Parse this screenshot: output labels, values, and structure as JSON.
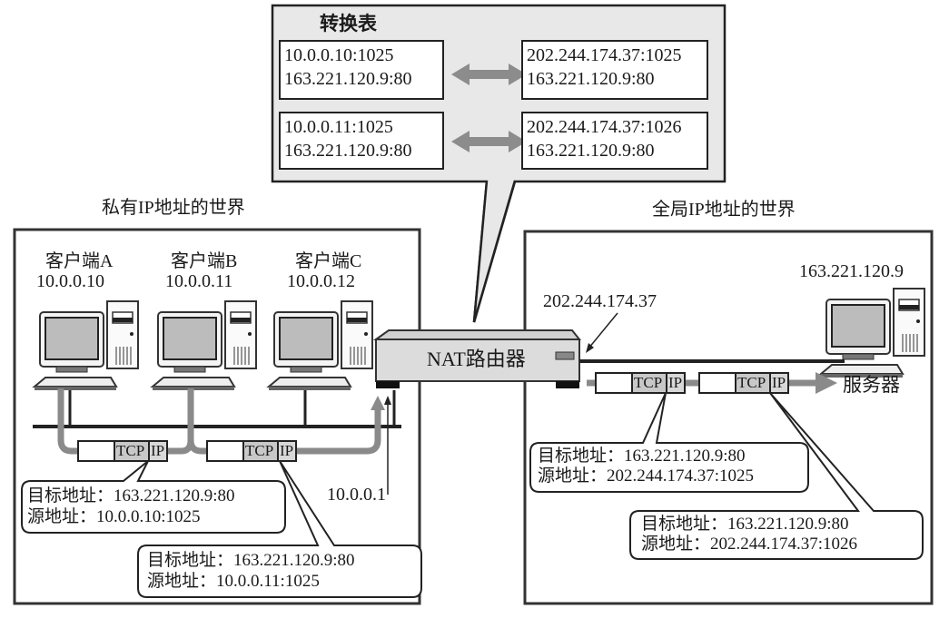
{
  "translation_table": {
    "title": "转换表",
    "rows": [
      {
        "private": [
          "10.0.0.10:1025",
          "163.221.120.9:80"
        ],
        "global": [
          "202.244.174.37:1025",
          "163.221.120.9:80"
        ]
      },
      {
        "private": [
          "10.0.0.11:1025",
          "163.221.120.9:80"
        ],
        "global": [
          "202.244.174.37:1026",
          "163.221.120.9:80"
        ]
      }
    ]
  },
  "private_world": {
    "title": "私有IP地址的世界",
    "clients": [
      {
        "name": "客户端A",
        "ip": "10.0.0.10"
      },
      {
        "name": "客户端B",
        "ip": "10.0.0.11"
      },
      {
        "name": "客户端C",
        "ip": "10.0.0.12"
      }
    ],
    "router_internal_ip": "10.0.0.1",
    "packets": [
      {
        "tcp": "TCP",
        "ip": "IP"
      },
      {
        "tcp": "TCP",
        "ip": "IP"
      }
    ],
    "callouts": [
      {
        "dest_label": "目标地址：",
        "dest": "163.221.120.9:80",
        "src_label": "源地址：",
        "src": "10.0.0.10:1025"
      },
      {
        "dest_label": "目标地址：",
        "dest": "163.221.120.9:80",
        "src_label": "源地址：",
        "src": "10.0.0.11:1025"
      }
    ]
  },
  "router": {
    "label": "NAT路由器"
  },
  "global_world": {
    "title": "全局IP地址的世界",
    "router_external_ip": "202.244.174.37",
    "server": {
      "name": "服务器",
      "ip": "163.221.120.9"
    },
    "packets": [
      {
        "tcp": "TCP",
        "ip": "IP"
      },
      {
        "tcp": "TCP",
        "ip": "IP"
      }
    ],
    "callouts": [
      {
        "dest_label": "目标地址：",
        "dest": "163.221.120.9:80",
        "src_label": "源地址：",
        "src": "202.244.174.37:1025"
      },
      {
        "dest_label": "目标地址：",
        "dest": "163.221.120.9:80",
        "src_label": "源地址：",
        "src": "202.244.174.37:1026"
      }
    ]
  },
  "colors": {
    "panel_fill": "#e8e8e8",
    "line": "#222222",
    "flow_arrow": "#8a8a8a",
    "screen": "#b9b9b9",
    "router_fill": "#dcdcdc"
  }
}
